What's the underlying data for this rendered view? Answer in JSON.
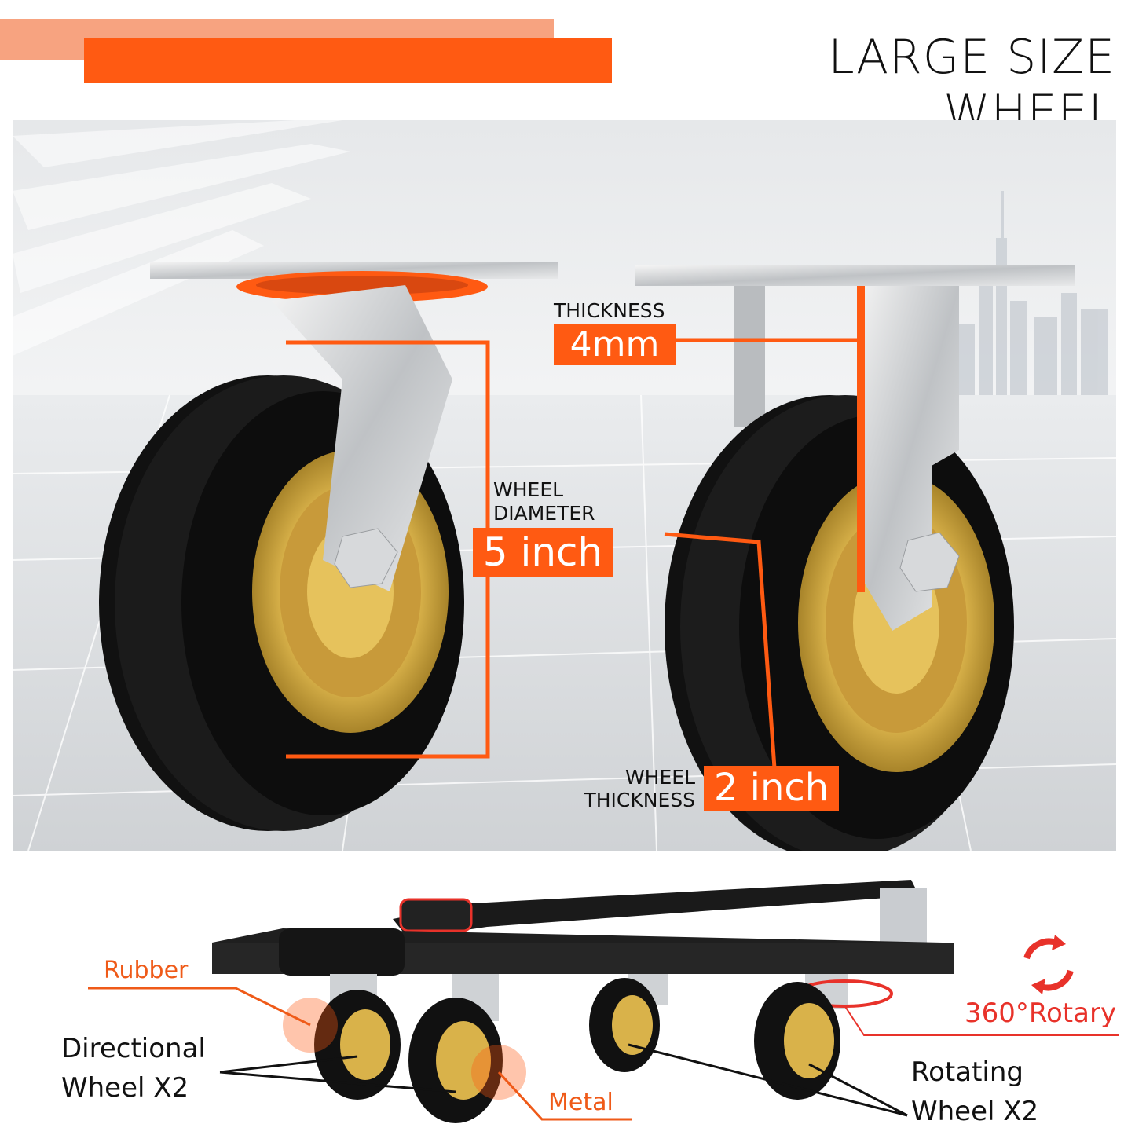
{
  "header": {
    "title": "LARGE SIZE WHEEL"
  },
  "specs": {
    "thickness": {
      "label": "THICKNESS",
      "value": "4mm"
    },
    "diameter": {
      "label_line1": "WHEEL",
      "label_line2": "DIAMETER",
      "value": "5 inch"
    },
    "wheel_thickness": {
      "label_line1": "WHEEL",
      "label_line2": "THICKNESS",
      "value": "2 inch"
    }
  },
  "cart_labels": {
    "rubber": "Rubber",
    "metal": "Metal",
    "rotary": "360°Rotary",
    "directional_line1": "Directional",
    "directional_line2": "Wheel X2",
    "rotating_line1": "Rotating",
    "rotating_line2": "Wheel X2"
  },
  "colors": {
    "accent": "#ff5a12",
    "accent_light": "#f7a380",
    "rotary_red": "#e8322a",
    "rim_gold": "#d9b24a"
  }
}
